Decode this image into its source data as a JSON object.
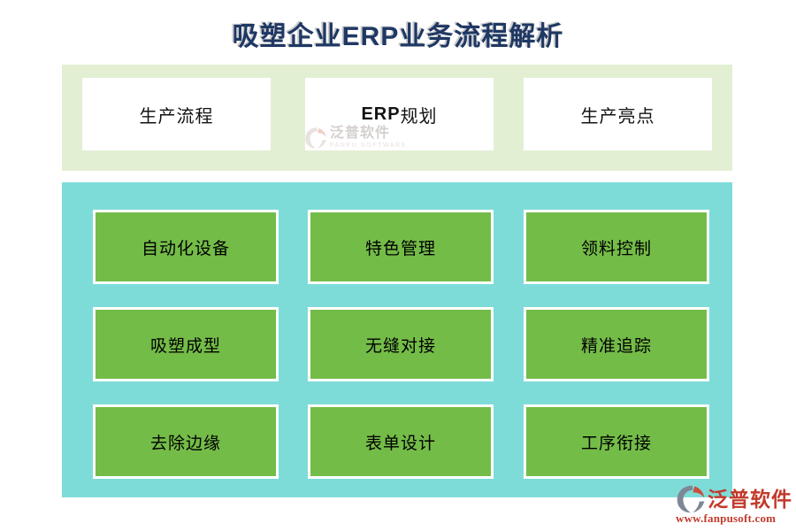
{
  "page": {
    "title": {
      "prefix": "吸塑企业",
      "erp": "ERP",
      "suffix": "业务流程解析"
    }
  },
  "tabs": [
    {
      "label": "生产流程"
    },
    {
      "erp": "ERP",
      "label": "规划"
    },
    {
      "label": "生产亮点"
    }
  ],
  "grid": {
    "tiles": [
      [
        "自动化设备",
        "特色管理",
        "领料控制"
      ],
      [
        "吸塑成型",
        "无缝对接",
        "精准追踪"
      ],
      [
        "去除边缘",
        "表单设计",
        "工序衔接"
      ]
    ]
  },
  "brand": {
    "name": "泛普软件",
    "tagline": "FANPU SOFTWARE",
    "website": "www.fanpusoft.com"
  },
  "colors": {
    "title_text": "#1F3864",
    "top_band_bg": "#E3EFD3",
    "main_band_bg": "#7EDCD8",
    "tile_bg": "#74BC48",
    "tile_border": "#FFFFFF",
    "tile_text": "#000000",
    "brand_red": "#C23A2B",
    "logo_gray": "#7E8795"
  }
}
